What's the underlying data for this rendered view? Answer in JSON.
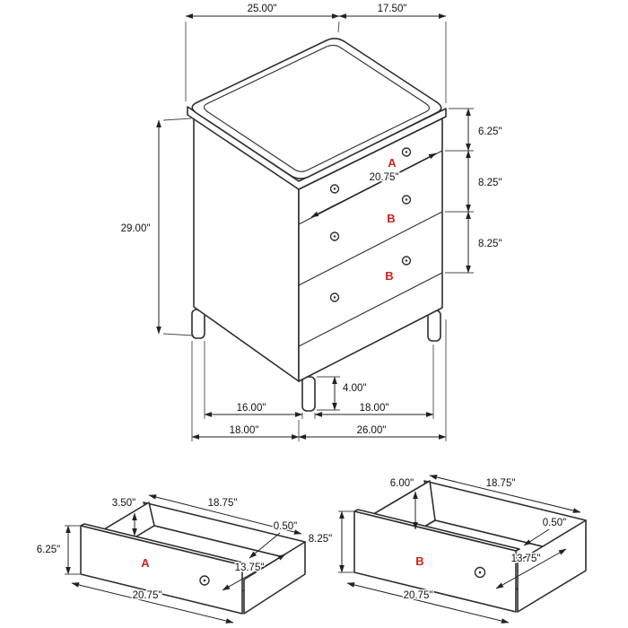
{
  "colors": {
    "line": "#2e2e2e",
    "dimension_text": "#111111",
    "drawer_label": "#cc2222",
    "background": "#ffffff"
  },
  "main_view": {
    "drawer_a_label": "A",
    "drawer_b1_label": "B",
    "drawer_b2_label": "B",
    "dimensions": {
      "top_width": "25.00\"",
      "top_depth": "17.50\"",
      "overall_height": "29.00\"",
      "top_drawer_height": "6.25\"",
      "middle_drawer_height": "8.25\"",
      "bottom_drawer_height": "8.25\"",
      "drawer_front_width": "20.75\"",
      "leg_height": "4.00\"",
      "leg_spacing_side": "16.00\"",
      "leg_spacing_front": "18.00\"",
      "base_depth": "18.00\"",
      "base_width": "26.00\""
    }
  },
  "drawer_a_detail": {
    "label": "A",
    "dimensions": {
      "interior_height": "3.50\"",
      "interior_width": "18.75\"",
      "front_panel_thickness": "0.50\"",
      "interior_depth": "13.75\"",
      "front_height": "6.25\"",
      "front_width": "20.75\""
    }
  },
  "drawer_b_detail": {
    "label": "B",
    "dimensions": {
      "interior_height": "6.00\"",
      "interior_width": "18.75\"",
      "front_panel_thickness": "0.50\"",
      "interior_depth": "13.75\"",
      "front_height": "8.25\"",
      "front_width": "20.75\""
    }
  }
}
